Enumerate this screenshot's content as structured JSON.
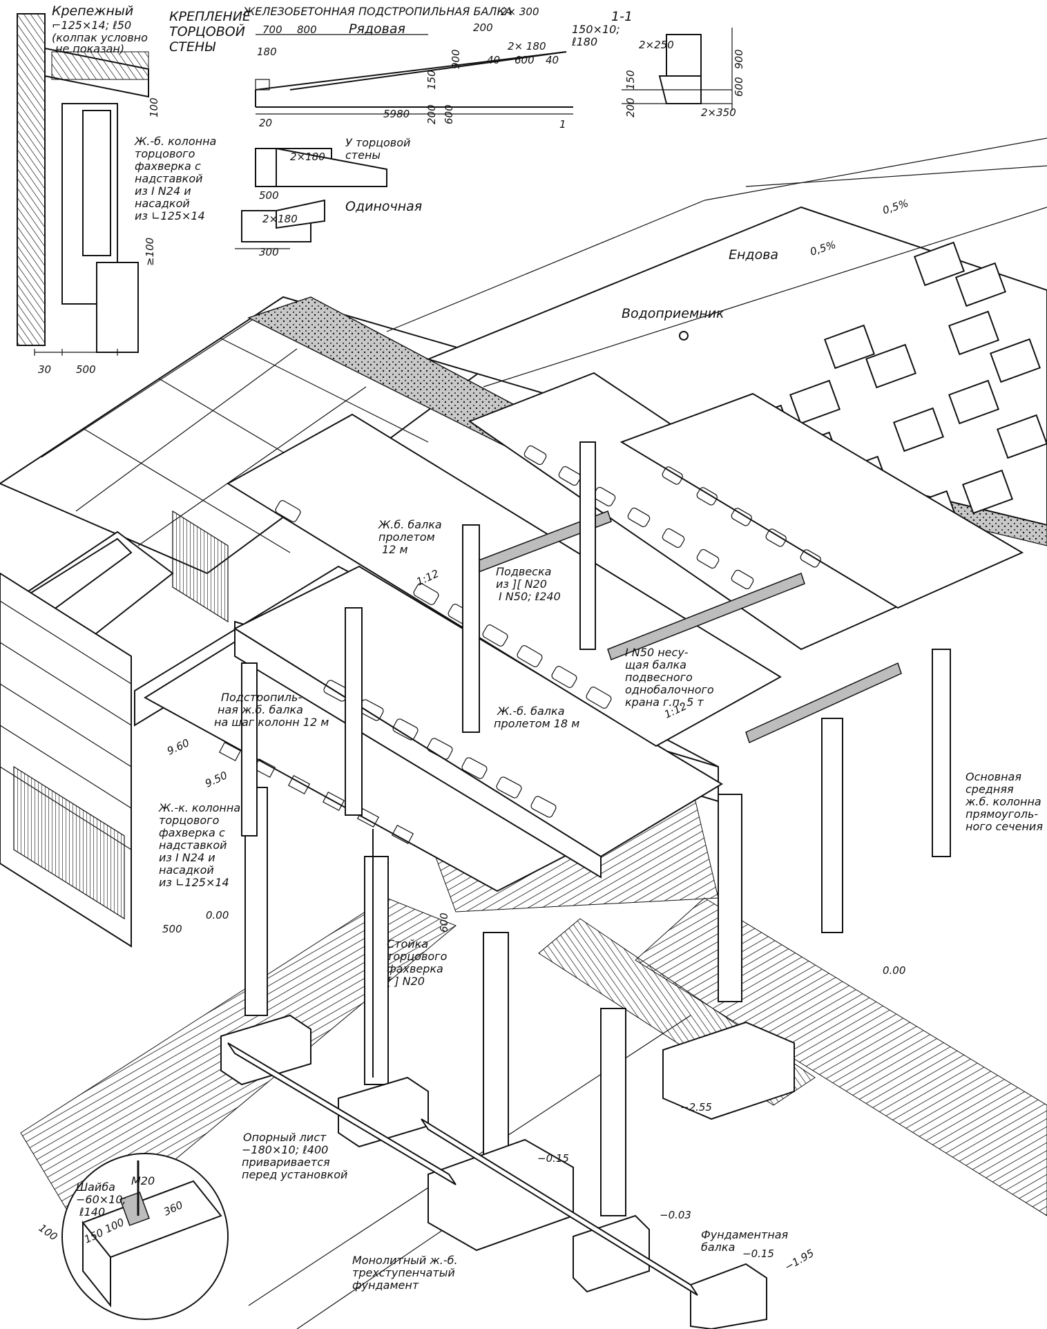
{
  "colors": {
    "ink": "#111111",
    "paper": "#ffffff",
    "gravel": "#bdbdbd"
  },
  "detail_wall": {
    "fastener": [
      "Крепежный",
      "⌐125×14; ℓ50",
      "(колпак условно",
      "не показан)"
    ],
    "title": [
      "КРЕПЛЕНИЕ",
      "ТОРЦОВОЙ",
      "СТЕНЫ"
    ],
    "column": [
      "Ж.-б. колонна",
      "торцового",
      "фахверка с",
      "надставкой",
      "из I N24 и",
      "насадкой",
      "из ∟125×14"
    ],
    "dims": [
      "100",
      "≥100",
      "30",
      "500"
    ]
  },
  "beam_detail": {
    "title": "ЖЕЛЕЗОБЕТОННАЯ ПОДСТРОПИЛЬНАЯ БАЛКА",
    "title_dim": "2× 300",
    "row_label": "Рядовая",
    "end_wall_label": [
      "У торцовой",
      "стены"
    ],
    "single_label": "Одиночная",
    "plate": [
      "150×10;",
      "ℓ180"
    ],
    "dims": [
      "700",
      "800",
      "200",
      "180",
      "2× 180",
      "40",
      "600",
      "40",
      "900",
      "150",
      "200",
      "600",
      "20",
      "5980",
      "2×180",
      "500",
      "2×180",
      "300",
      "1"
    ]
  },
  "section": {
    "title": "1-1",
    "dims": [
      "2×250",
      "900",
      "150",
      "600",
      "200",
      "2×350"
    ]
  },
  "roof_labels": {
    "valley": "Ендова",
    "slope1": "0,5%",
    "slope2": "0,5%",
    "drain": "Водоприемник"
  },
  "labels": {
    "beam12": [
      "Ж.б. балка",
      "пролетом",
      "12 м"
    ],
    "hanger": [
      "Подвеска",
      "из ][ N20",
      "I N50; ℓ240"
    ],
    "crane": [
      "I N50 несу-",
      "щая балка",
      "подвесного",
      "однобалочного",
      "крана г.п. 5 т"
    ],
    "slope_a": "1:12",
    "slope_b": "1:12",
    "subtruss": [
      "Подстропиль-",
      "ная ж.б. балка",
      "на шаг колонн 12 м"
    ],
    "beam18": [
      "Ж.-б. балка",
      "пролетом 18 м"
    ],
    "main_column": [
      "Основная",
      "средняя",
      "ж.б. колонна",
      "прямоуголь-",
      "ного сечения"
    ],
    "end_column": [
      "Ж.-к. колонна",
      "торцового",
      "фахверка с",
      "надставкой",
      "из I N24 и",
      "насадкой",
      "из ∟125×14"
    ],
    "post": [
      "Стойка",
      "торцового",
      "фахверка",
      "[ ] N20"
    ],
    "support_plate": [
      "Опорный лист",
      "−180×10; ℓ400",
      "приваривается",
      "перед установкой"
    ],
    "foundation": [
      "Монолитный ж.-б.",
      "трехступенчатый",
      "фундамент"
    ],
    "found_beam": [
      "Фундаментная",
      "балка"
    ],
    "washer": [
      "Шайба",
      "−60×10;",
      "ℓ140"
    ],
    "bolt": "M20"
  },
  "marks": [
    "9.60",
    "9.50",
    "500",
    "0.00",
    "600",
    "0.00",
    "−2.55",
    "−0.15",
    "−0.03",
    "−0.15",
    "−1.95",
    "360",
    "100",
    "150",
    "100"
  ]
}
